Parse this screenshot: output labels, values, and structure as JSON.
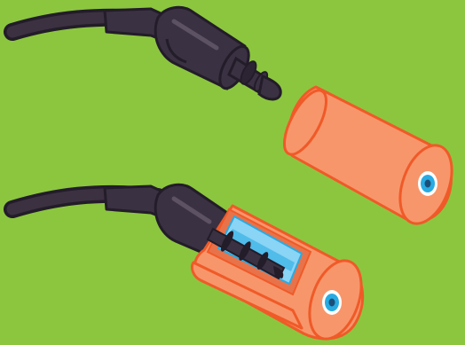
{
  "illustration": {
    "colors": {
      "background": "#8cc63f",
      "cable": "#3b3140",
      "cable_highlight": "#5a4f60",
      "plug_body": "#3a3142",
      "plug_shade": "#231c29",
      "plug_highlight": "#5c5263",
      "sleeve": "#f7966b",
      "sleeve_outline": "#f05a28",
      "sleeve_inner": "#e8734a",
      "tip_ring": "#ffffff",
      "tip_blue": "#29abe2",
      "tip_dark": "#1b4f78",
      "liner_blue": "#8ad4f5",
      "liner_deep": "#29abe2"
    },
    "objects": [
      {
        "name": "audio-plug-bare",
        "icon": "jack-plug-icon"
      },
      {
        "name": "foam-sleeve-closed",
        "icon": "cylinder-sleeve-icon"
      },
      {
        "name": "audio-plug-inserted",
        "icon": "jack-plug-icon"
      },
      {
        "name": "foam-sleeve-cutaway",
        "icon": "cutaway-sleeve-icon"
      }
    ]
  }
}
